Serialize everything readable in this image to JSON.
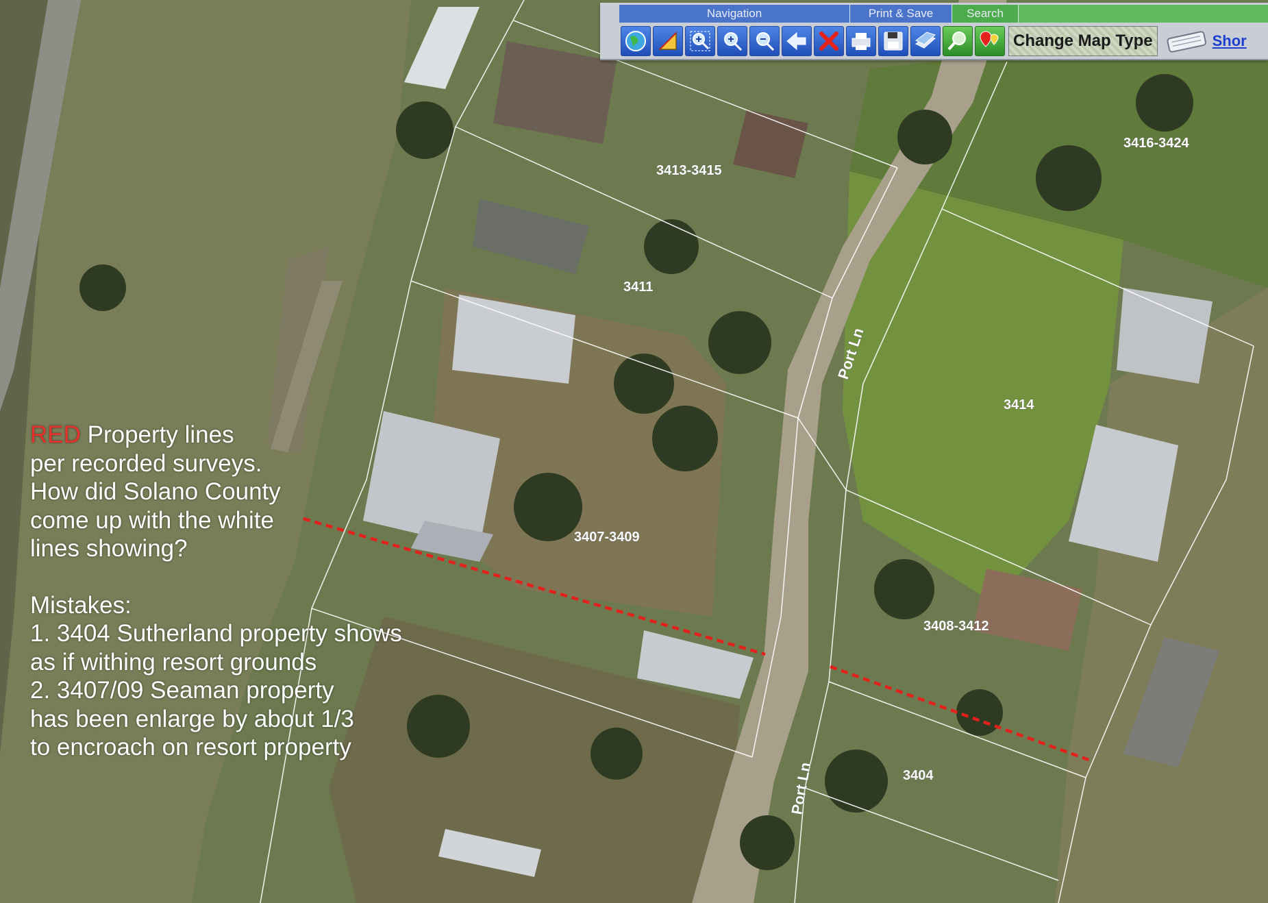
{
  "toolbar": {
    "sections": [
      "Navigation",
      "Print & Save",
      "Search"
    ],
    "buttons": [
      "globe-icon",
      "measure-icon",
      "zoom-box-icon",
      "zoom-in-icon",
      "zoom-out-icon",
      "back-arrow-icon",
      "clear-icon",
      "print-icon",
      "save-icon",
      "layers-icon",
      "search-icon",
      "pin-search-icon"
    ],
    "change_map_type": "Change Map Type",
    "short_link": "Shor"
  },
  "map": {
    "parcels": [
      "3413-3415",
      "3416-3424",
      "3411",
      "3414",
      "3407-3409",
      "3408-3412",
      "3404"
    ],
    "street_labels": [
      "Port Ln",
      "Port Ln"
    ],
    "colors": {
      "survey_line": "#e4201c",
      "parcel_line": "#ffffff"
    }
  },
  "annotation": {
    "red_word": "RED",
    "line1_rest": " Property lines",
    "lines": [
      "per recorded surveys.",
      "How did Solano County",
      "come up with the white",
      "lines showing?"
    ],
    "mistakes_title": "Mistakes:",
    "mistakes": [
      "1.  3404 Sutherland property shows",
      "as if withing resort grounds",
      "2.  3407/09 Seaman property",
      "has been enlarge by about 1/3",
      "to encroach on resort property"
    ]
  }
}
